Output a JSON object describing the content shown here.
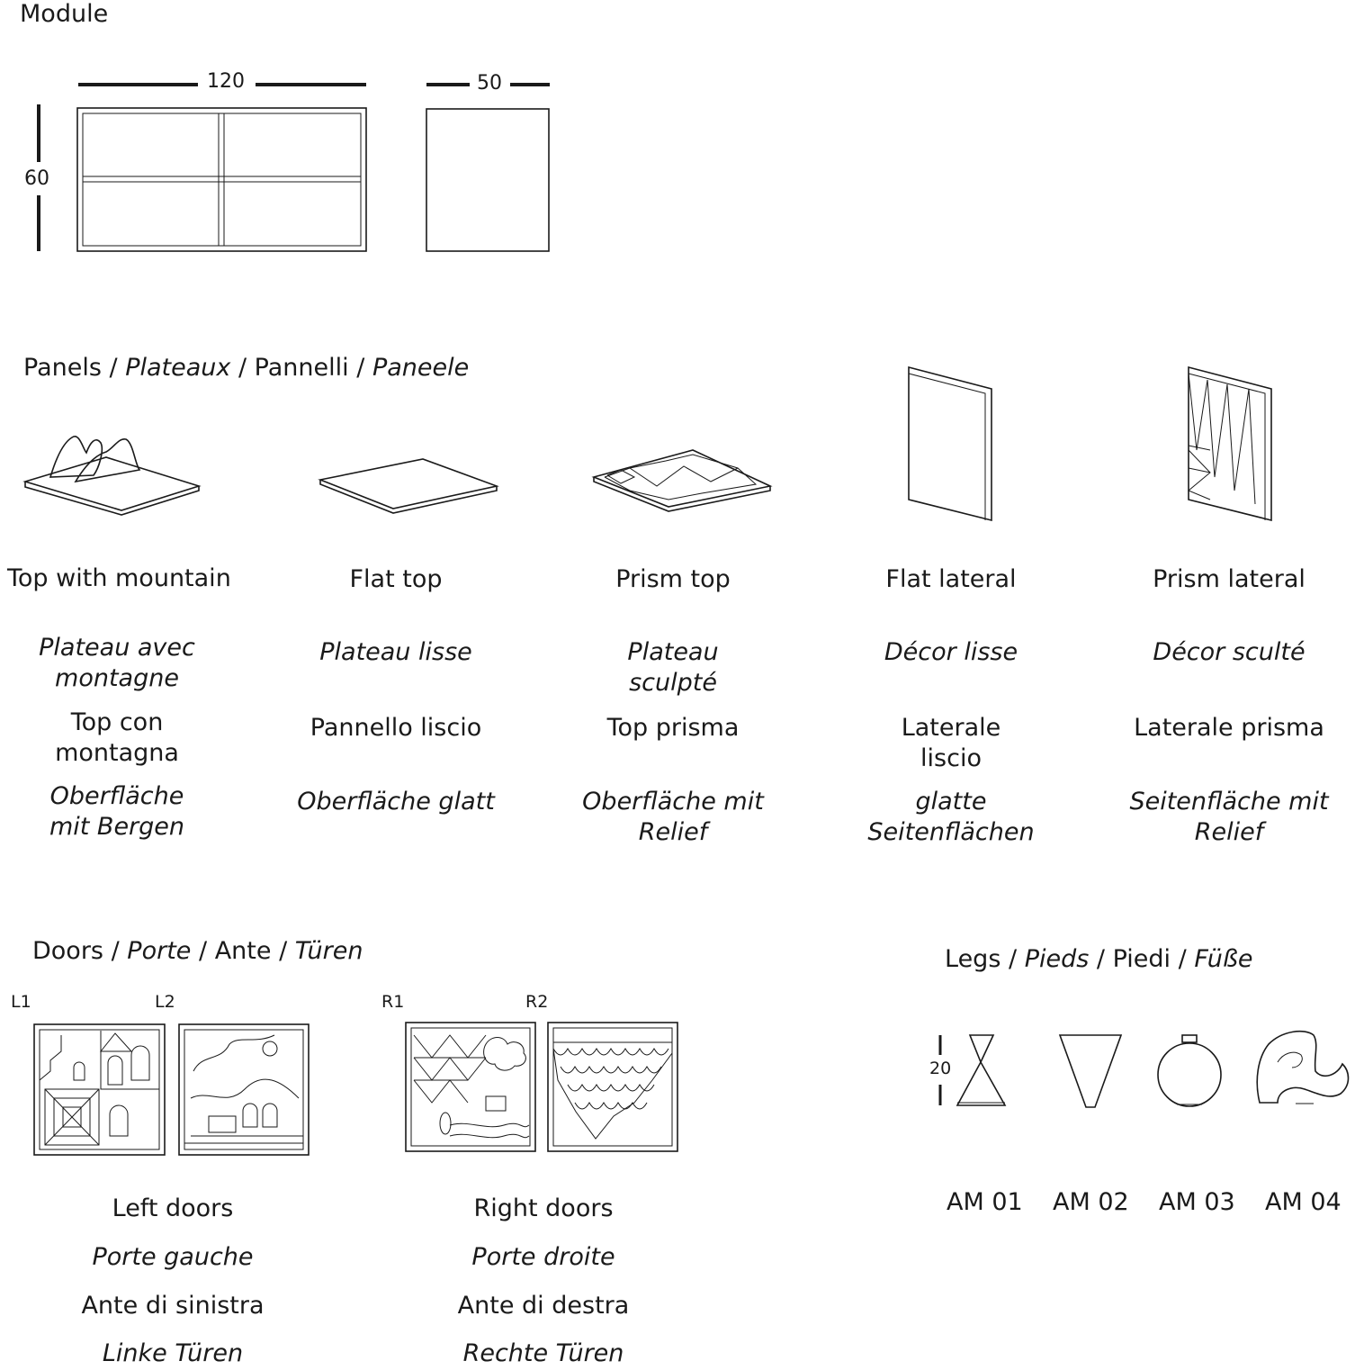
{
  "module": {
    "title": "Module",
    "width_dim": "120",
    "depth_dim": "50",
    "height_dim": "60"
  },
  "panels": {
    "heading": {
      "en": "Panels",
      "fr": "Plateaux",
      "it": "Pannelli",
      "de": "Paneele",
      "sep": "/"
    },
    "items": [
      {
        "en": "Top with mountain",
        "fr": "Plateau avec montagne",
        "it": "Top con montagna",
        "de": "Oberfläche mit Bergen"
      },
      {
        "en": "Flat top",
        "fr": "Plateau lisse",
        "it": "Pannello liscio",
        "de": "Oberfläche glatt"
      },
      {
        "en": "Prism top",
        "fr": "Plateau sculpté",
        "it": "Top prisma",
        "de": "Oberfläche mit Relief"
      },
      {
        "en": "Flat lateral",
        "fr": "Décor lisse",
        "it": "Laterale liscio",
        "de": "glatte Seitenflächen"
      },
      {
        "en": "Prism lateral",
        "fr": "Décor sculté",
        "it": "Laterale prisma",
        "de": "Seitenfläche mit Relief"
      }
    ]
  },
  "doors": {
    "heading": {
      "en": "Doors",
      "fr": "Porte",
      "it": "Ante",
      "de": "Türen",
      "sep": "/"
    },
    "codes": [
      "L1",
      "L2",
      "R1",
      "R2"
    ],
    "groups": [
      {
        "en": "Left doors",
        "fr": "Porte gauche",
        "it": "Ante di sinistra",
        "de": "Linke Türen"
      },
      {
        "en": "Right doors",
        "fr": "Porte droite",
        "it": "Ante di destra",
        "de": "Rechte Türen"
      }
    ]
  },
  "legs": {
    "heading": {
      "en": "Legs",
      "fr": "Pieds",
      "it": "Piedi",
      "de": "Füße",
      "sep": "/"
    },
    "height_dim": "20",
    "codes": [
      "AM 01",
      "AM 02",
      "AM 03",
      "AM 04"
    ]
  }
}
